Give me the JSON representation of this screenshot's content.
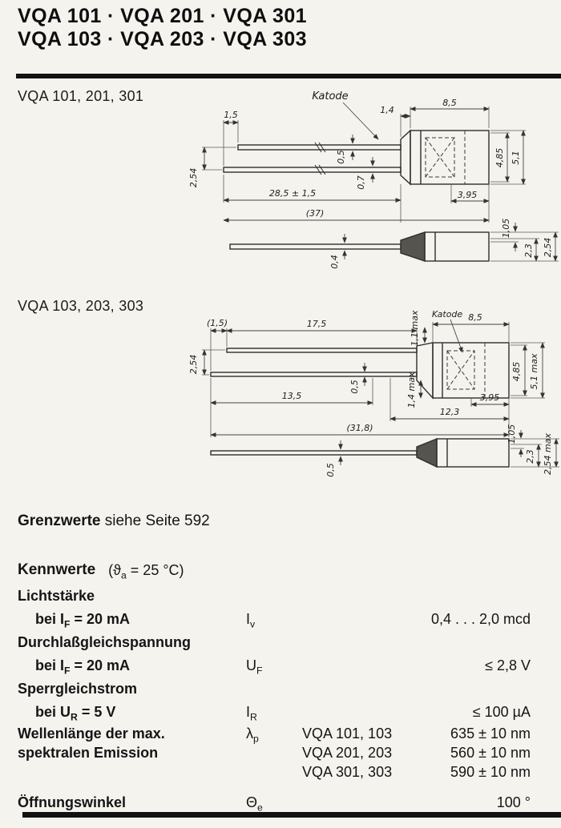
{
  "header": {
    "title_line1": "VQA 101 · VQA 201 · VQA 301",
    "title_line2": "VQA 103 · VQA 203 · VQA 303"
  },
  "section1": {
    "title": "VQA 101, 201, 301",
    "dims": {
      "katode": "Katode",
      "lead_offset": "1,5",
      "collar_len": "1,4",
      "body_len": "8,5",
      "lead1_thick": "0,5",
      "lead2_thick": "0,7",
      "lead_len": "28,5 ± 1,5",
      "total_len": "(37)",
      "front_len": "3,95",
      "pitch": "2,54",
      "inner_height": "4,85",
      "height": "5,1",
      "tip_offset": "1,05",
      "tip_width": "2,3",
      "width": "2,54",
      "lead_width": "0,4"
    }
  },
  "section2": {
    "title": "VQA 103, 203, 303",
    "dims": {
      "katode": "Katode",
      "lead_offset": "(1,5)",
      "lead1_len": "17,5",
      "collar_max": "1,1 max",
      "body_len": "8,5",
      "pitch": "2,54",
      "lead_thick": "0,5",
      "lead2_len": "13,5",
      "cone_max": "1,4 max",
      "front_len": "3,95",
      "inner_len": "12,3",
      "total_len": "(31,8)",
      "inner_height": "4,85",
      "height_max": "5,1 max",
      "lead_width": "0,5",
      "tip_offset": "1,05",
      "tip_width": "2,3",
      "width_max": "2,54 max"
    }
  },
  "limits_note": {
    "bold": "Grenzwerte",
    "rest": " siehe Seite 592"
  },
  "kennwerte": {
    "heading": "Kennwerte",
    "cond_pre": "(ϑ",
    "cond_sub": "a",
    "cond_post": " = 25 °C)",
    "rows": {
      "lichtstaerke": {
        "title": "Lichtstärke",
        "cond_pre": "bei ",
        "cond_base": "I",
        "cond_sub": "F",
        "cond_post": " = 20 mA",
        "sym_base": "I",
        "sym_sub": "v",
        "value": "0,4 . . . 2,0 mcd"
      },
      "durchlass": {
        "title": "Durchlaßgleichspannung",
        "cond_pre": "bei ",
        "cond_base": "I",
        "cond_sub": "F",
        "cond_post": " = 20 mA",
        "sym_base": "U",
        "sym_sub": "F",
        "value": "≤ 2,8 V"
      },
      "sperr": {
        "title": "Sperrgleichstrom",
        "cond_pre": "bei ",
        "cond_base": "U",
        "cond_sub": "R",
        "cond_post": " = 5 V",
        "sym_base": "I",
        "sym_sub": "R",
        "value": "≤ 100 µA"
      },
      "wellenlaenge": {
        "title_line1": "Wellenlänge der max.",
        "title_line2": "spektralen Emission",
        "sym_base": "λ",
        "sym_sub": "p",
        "variants": [
          {
            "device": "VQA 101, 103",
            "value": "635 ± 10 nm"
          },
          {
            "device": "VQA 201, 203",
            "value": "560 ± 10 nm"
          },
          {
            "device": "VQA 301, 303",
            "value": "590 ± 10 nm"
          }
        ]
      },
      "oeffnungswinkel": {
        "title": "Öffnungswinkel",
        "sym_base": "Θ",
        "sym_sub": "e",
        "value": "100 °"
      }
    }
  }
}
